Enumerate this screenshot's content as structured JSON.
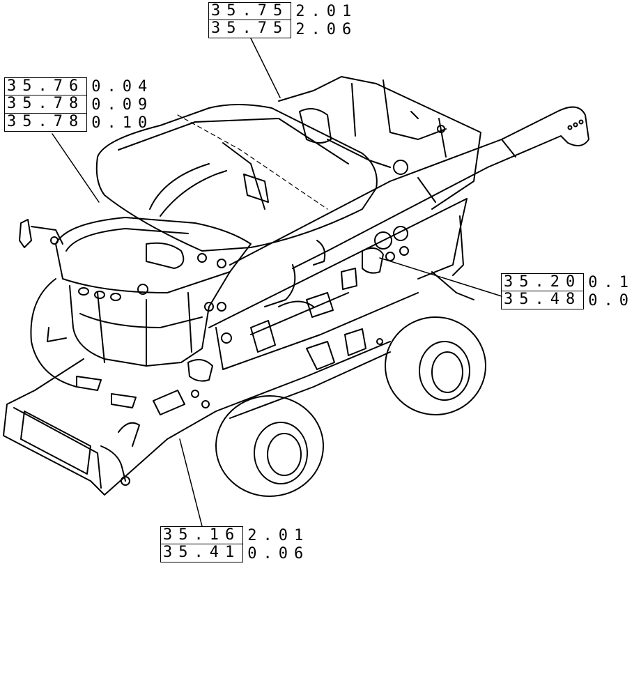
{
  "callouts": [
    {
      "id": "callout-fuel",
      "rows": [
        {
          "code": "35.75",
          "suffix": "2.01"
        },
        {
          "code": "35.75",
          "suffix": "2.06"
        }
      ]
    },
    {
      "id": "callout-cab",
      "rows": [
        {
          "code": "35.76",
          "suffix": "0.04"
        },
        {
          "code": "35.78",
          "suffix": "0.09"
        },
        {
          "code": "35.78",
          "suffix": "0.10"
        }
      ]
    },
    {
      "id": "callout-side",
      "rows": [
        {
          "code": "35.20",
          "suffix": "0.1"
        },
        {
          "code": "35.48",
          "suffix": "0.0"
        }
      ]
    },
    {
      "id": "callout-front",
      "rows": [
        {
          "code": "35.16",
          "suffix": "2.01"
        },
        {
          "code": "35.41",
          "suffix": "0.06"
        }
      ]
    }
  ]
}
